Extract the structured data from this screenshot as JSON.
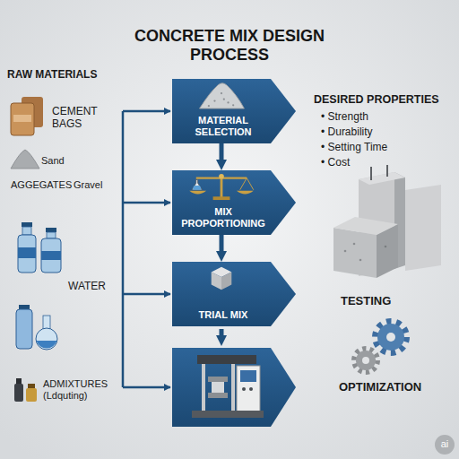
{
  "diagram": {
    "title": "CONCRETE MIX DESIGN PROCESS",
    "nodes": [
      {
        "text": [
          "MATERIAL SELECTION"
        ]
      },
      {
        "text": [
          "MIX PROPORTIONING"
        ]
      },
      {
        "text": [
          "TRIAL MIX"
        ]
      }
    ],
    "edges": [
      {
        "from": 0,
        "to": 1,
        "arrow": "to"
      },
      {
        "from": 1,
        "to": 2,
        "arrow": "to"
      }
    ],
    "labels": [
      "RAW MATERIALS",
      "CEMENT BAGS",
      "Sand",
      "AGGEGATES",
      "Gravel",
      "WATER",
      "ADMIXTURES (Ldquting)",
      "DESIRED PROPERTIES",
      "• Strength",
      "• Durability",
      "• Setting Time",
      "• Cost",
      "TESTING",
      "OPTIMIZATION",
      "ai"
    ]
  }
}
